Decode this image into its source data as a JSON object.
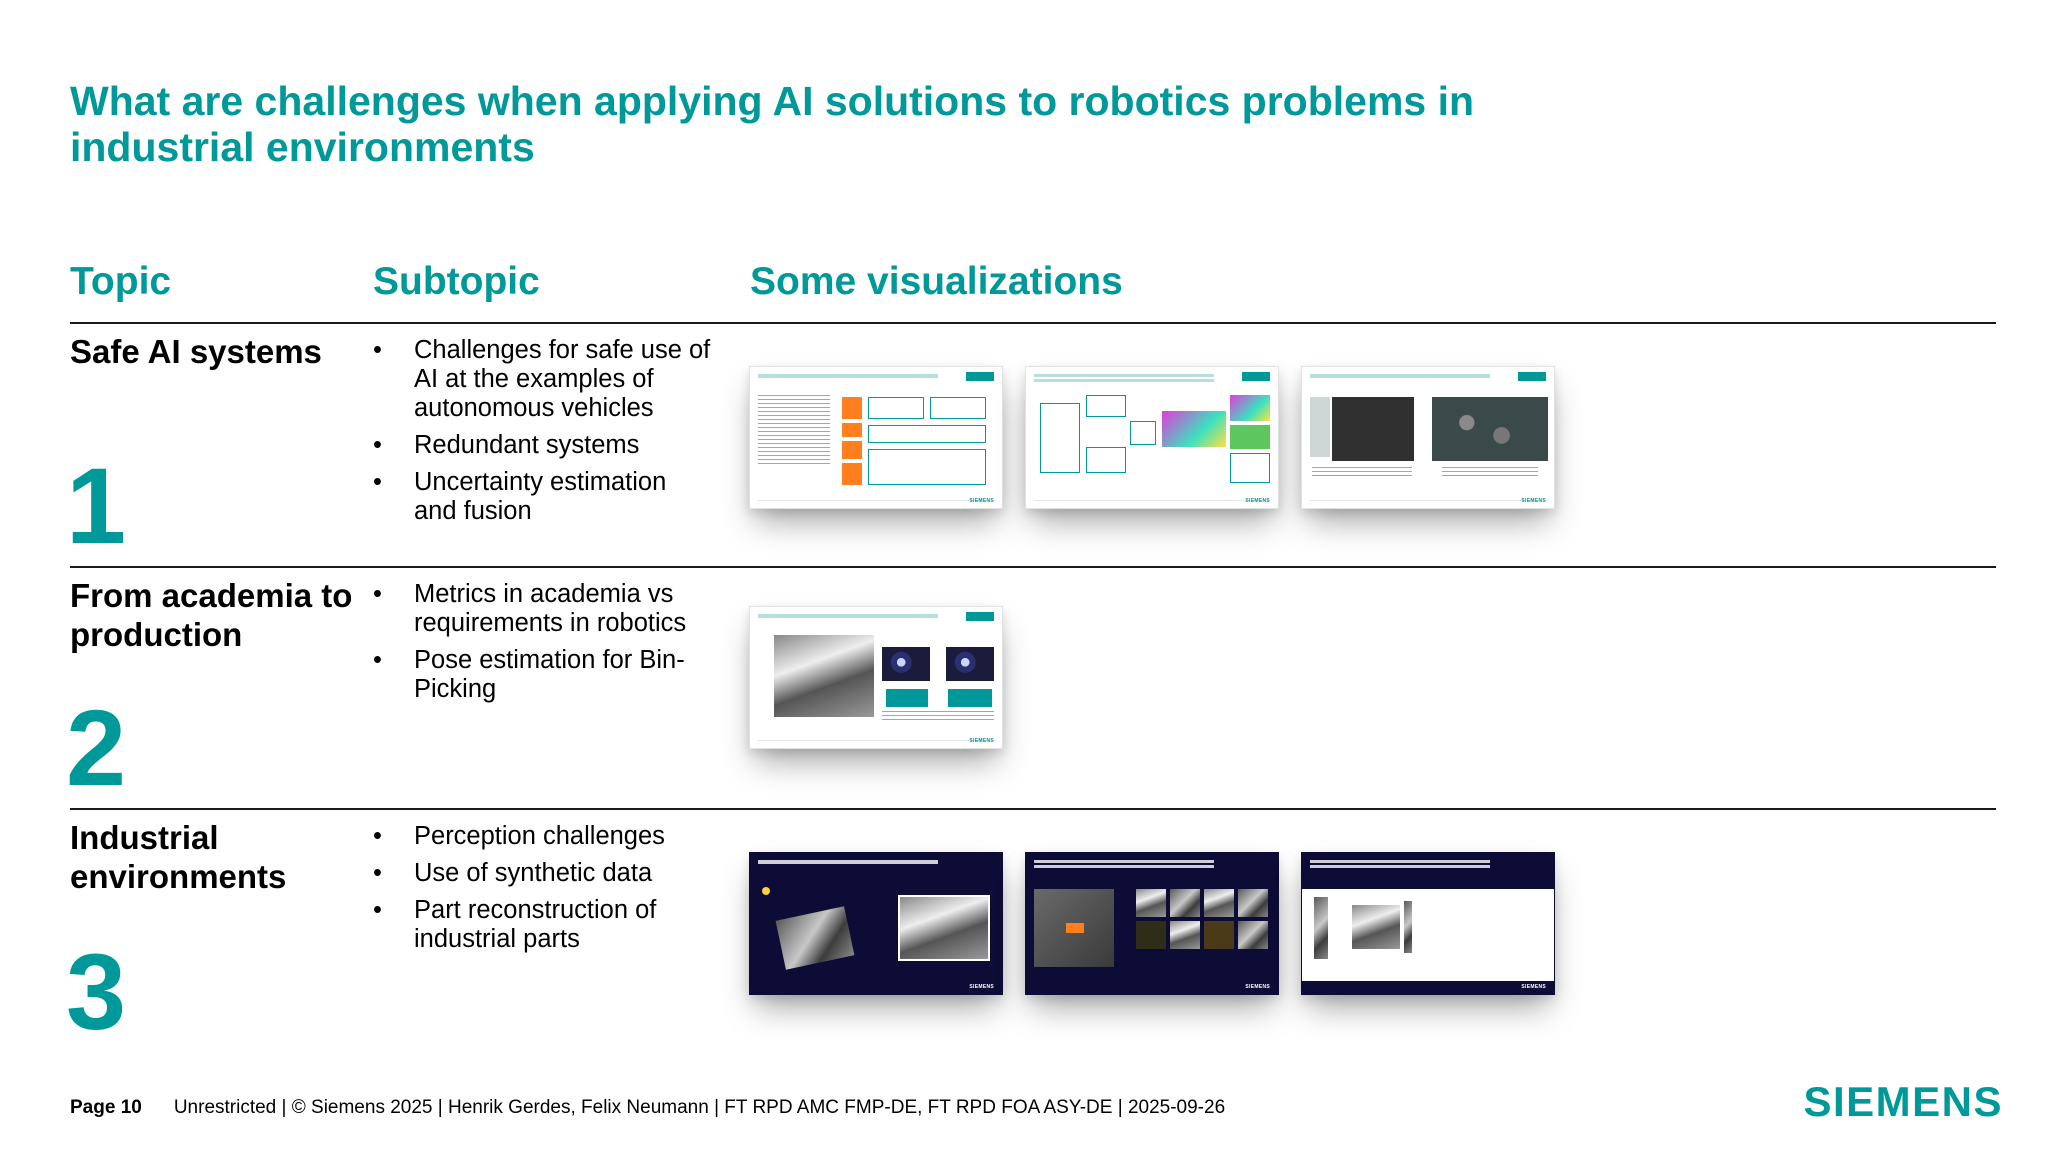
{
  "title": "What are challenges when applying AI solutions to robotics problems in industrial environments",
  "headers": {
    "topic": "Topic",
    "subtopic": "Subtopic",
    "visualizations": "Some visualizations"
  },
  "rows": [
    {
      "topic": "Safe AI systems",
      "number": "1",
      "bullets": [
        "Challenges for safe use of AI at the examples of autonomous vehicles",
        "Redundant systems",
        "Uncertainty estimation and fusion"
      ]
    },
    {
      "topic": "From academia to production",
      "number": "2",
      "bullets": [
        "Metrics in academia vs requirements in robotics",
        "Pose estimation for Bin-Picking"
      ]
    },
    {
      "topic": "Industrial environments",
      "number": "3",
      "bullets": [
        "Perception challenges",
        "Use of synthetic data",
        "Part reconstruction of industrial parts"
      ]
    }
  ],
  "bullet_glyph": "•",
  "thumb_logo": "SIEMENS",
  "footer": {
    "page": "Page 10",
    "text": "Unrestricted  | © Siemens 2025 | Henrik Gerdes, Felix Neumann | FT RPD AMC FMP-DE, FT RPD FOA ASY-DE | 2025-09-26"
  },
  "logo": "SIEMENS",
  "colors": {
    "accent": "#009999",
    "text": "#000000",
    "rule": "#1a1a1a"
  }
}
